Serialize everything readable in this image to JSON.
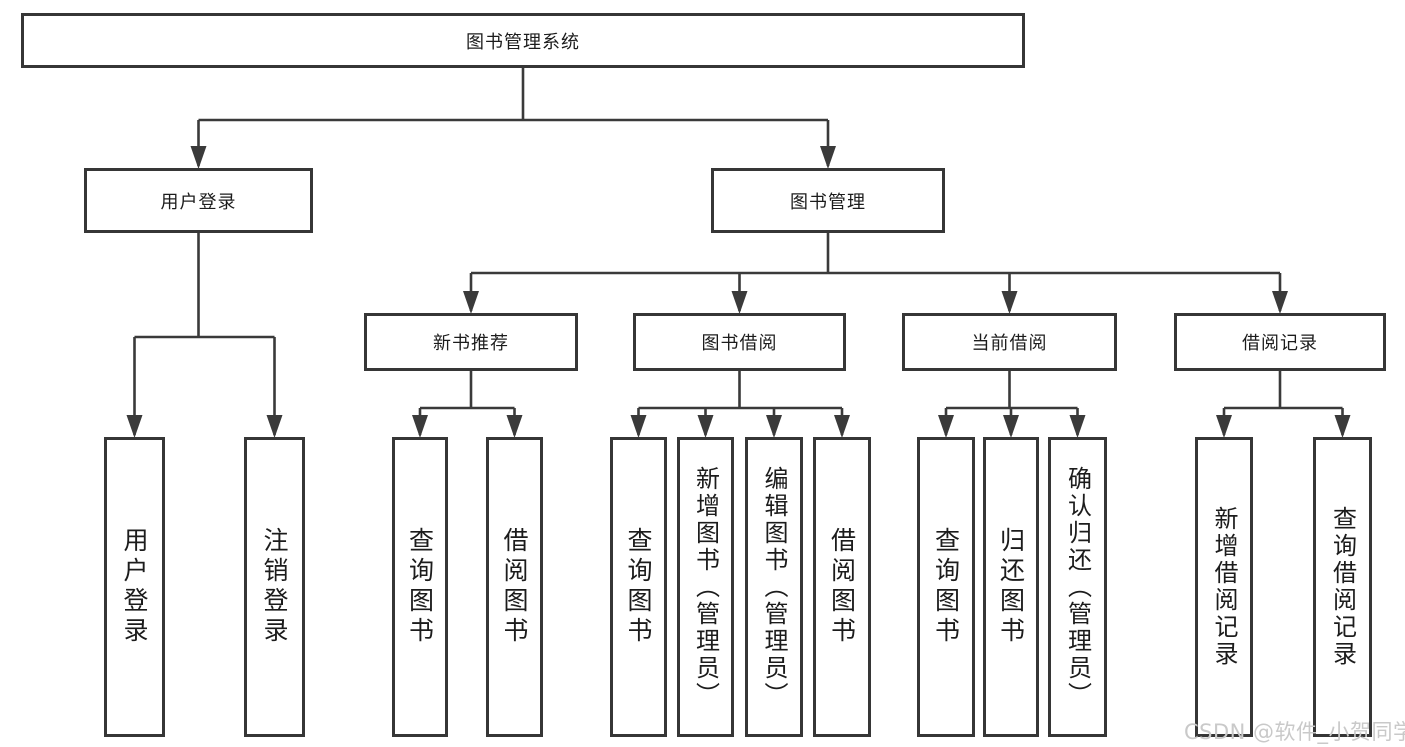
{
  "diagram": {
    "title": "图书管理系统",
    "user_login": {
      "label": "用户登录",
      "children": {
        "login": "用户登录",
        "logout": "注销登录"
      }
    },
    "book_mgmt": {
      "label": "图书管理",
      "new_books": {
        "label": "新书推荐",
        "children": {
          "query": "查询图书",
          "borrow": "借阅图书"
        }
      },
      "borrowing": {
        "label": "图书借阅",
        "children": {
          "query": "查询图书",
          "add": "新增图书（管理员）",
          "edit": "编辑图书（管理员）",
          "borrow": "借阅图书"
        }
      },
      "current": {
        "label": "当前借阅",
        "children": {
          "query": "查询图书",
          "return": "归还图书",
          "confirm": "确认归还（管理员）"
        }
      },
      "records": {
        "label": "借阅记录",
        "children": {
          "add": "新增借阅记录",
          "query": "查询借阅记录"
        }
      }
    }
  },
  "watermark": "CSDN @软件_小贺同学",
  "colors": {
    "line": "#3a3a3a",
    "border": "#363636",
    "text": "#1c1c1c",
    "watermark": "#c9c9c9"
  }
}
